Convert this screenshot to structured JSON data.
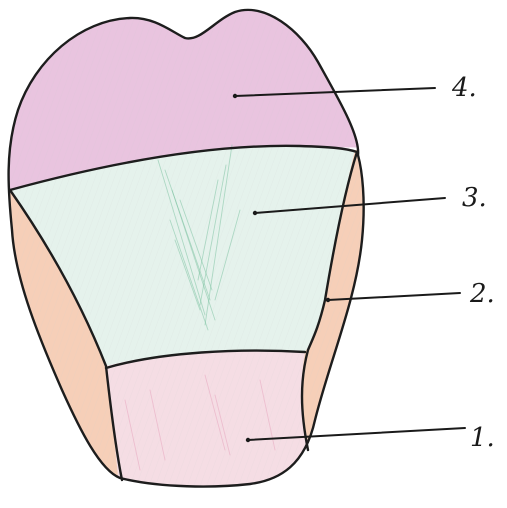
{
  "diagram": {
    "labels": [
      {
        "key": "label-1",
        "text": "1."
      },
      {
        "key": "label-2",
        "text": "2."
      },
      {
        "key": "label-3",
        "text": "3."
      },
      {
        "key": "label-4",
        "text": "4."
      }
    ]
  },
  "colors": {
    "region_4": "#e9c4df",
    "region_3": "#e5f2ec",
    "region_2": "#f6cfb8",
    "region_1": "#f5dde4",
    "outline": "#1d1d1d",
    "hatch_green": "#7fc3a3",
    "hatch_pink": "#e7a6bf"
  }
}
